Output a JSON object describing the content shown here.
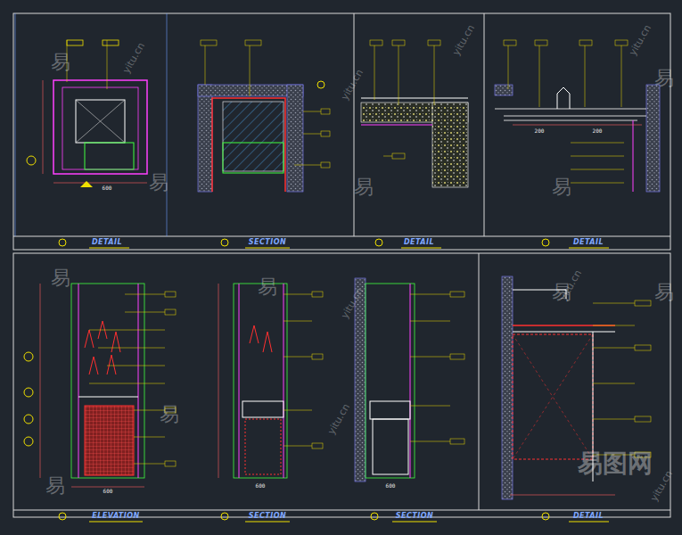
{
  "diagram": {
    "labels": [
      "DETAIL",
      "SECTION",
      "DETAIL",
      "DETAIL",
      "ELEVATION",
      "SECTION",
      "SECTION",
      "DETAIL",
      "600",
      "200",
      "200",
      "600",
      "600",
      "600",
      "易",
      "易",
      "易",
      "易",
      "易",
      "易",
      "易",
      "易",
      "易",
      "易",
      "易",
      "yitu.cn",
      "yitu.cn",
      "yitu.cn",
      "yitu.cn",
      "yitu.cn",
      "yitu.cn",
      "yitu.cn",
      "yitu.cn",
      "易图网"
    ]
  }
}
